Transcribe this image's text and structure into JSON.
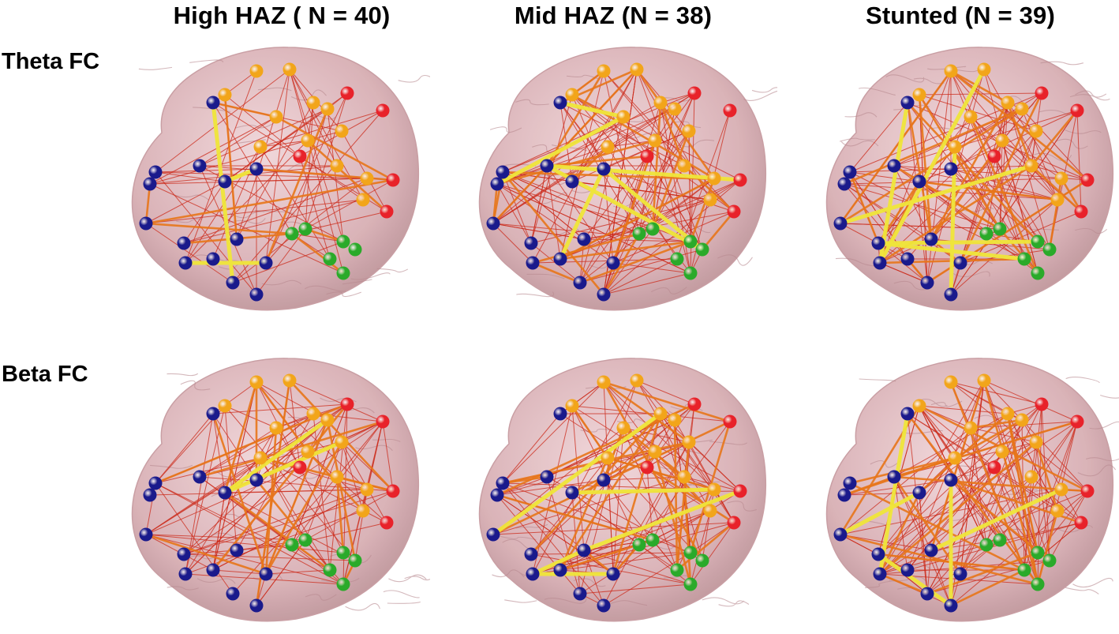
{
  "columns": [
    {
      "label": "High HAZ ( N = 40)"
    },
    {
      "label": "Mid HAZ (N = 38)"
    },
    {
      "label": "Stunted (N = 39)"
    }
  ],
  "rows": [
    {
      "label": "Theta FC"
    },
    {
      "label": "Beta FC"
    }
  ],
  "node_colors": {
    "blue": "#1a1a8c",
    "orange": "#f2a51a",
    "red": "#e8222a",
    "green": "#2aaa2a"
  },
  "edge_colors": {
    "weak": "#cc2a1a",
    "medium": "#e8761a",
    "strong": "#f0e63a"
  },
  "brain_color": "#d9b0b5"
}
